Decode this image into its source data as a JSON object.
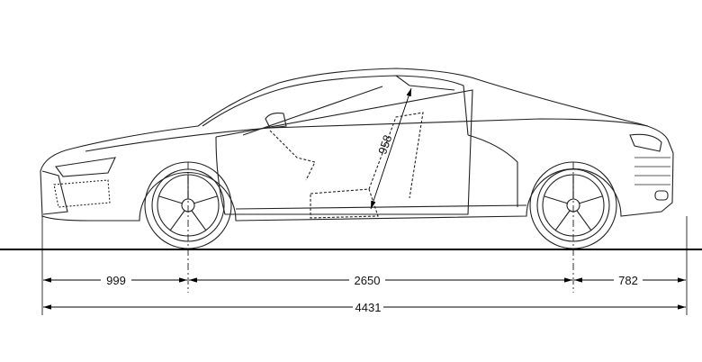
{
  "drawing": {
    "dimensions": {
      "front_overhang": "999",
      "wheelbase": "2650",
      "rear_overhang": "782",
      "overall_length": "4431",
      "seat_height": "958"
    }
  }
}
